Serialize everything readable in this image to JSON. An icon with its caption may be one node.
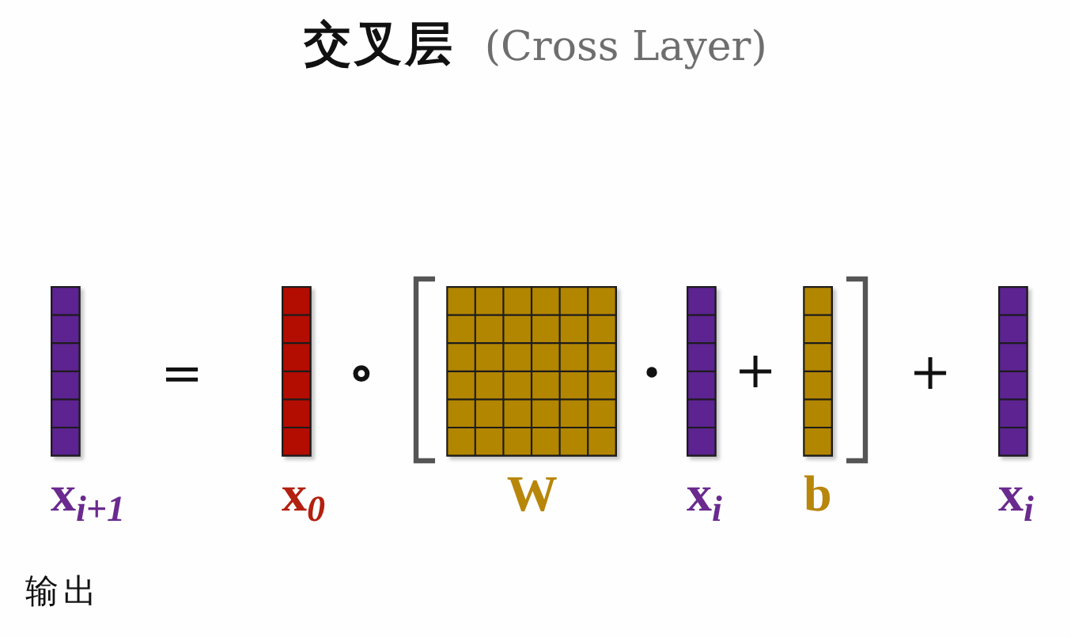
{
  "diagram": {
    "title": "**交叉层** (Cross Layer)",
    "nodes": [
      {
        "text": [
          "x$_{i+1}$"
        ]
      },
      {
        "text": [
          "x$_{0}$"
        ]
      },
      {
        "text": [
          "W"
        ]
      },
      {
        "text": [
          "x$_{i}$"
        ]
      },
      {
        "text": [
          "b"
        ]
      },
      {
        "text": [
          "x$_{i}$"
        ]
      }
    ],
    "labels": [
      "=",
      "∘",
      "·",
      "+",
      "+",
      "输出"
    ]
  }
}
